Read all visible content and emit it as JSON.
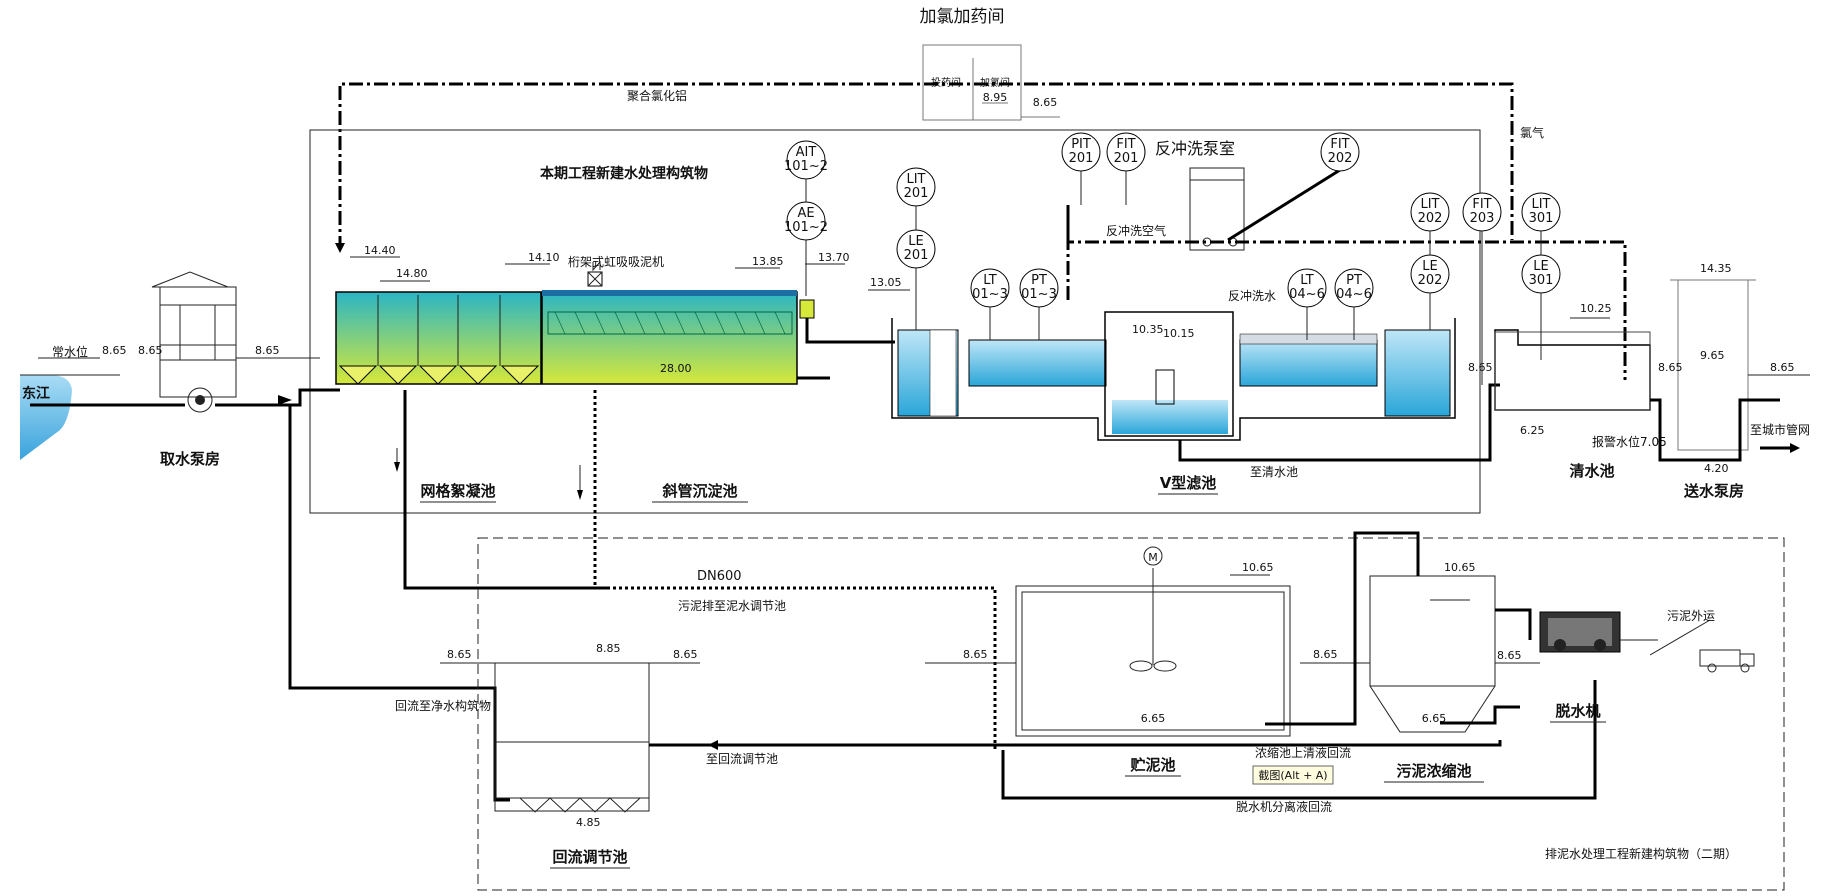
{
  "top": {
    "chlor_room_title": "加氯加药间",
    "dosing_room": "投药间",
    "chlor_room": "加氯间",
    "chlor_elev": "8.95",
    "ground_elev": "8.65",
    "pac_label": "聚合氯化铝",
    "chlorine_gas": "氯气"
  },
  "main": {
    "title": "本期工程新建水处理构筑物"
  },
  "river": {
    "name": "东江",
    "level_label": "常水位",
    "elev": "8.65"
  },
  "intake": {
    "name": "取水泵房",
    "elev": "8.65"
  },
  "flocc": {
    "name": "网格絮凝池",
    "elev1": "14.40",
    "elev2": "14.80",
    "elev3": "14.10",
    "ground": "8.65"
  },
  "sed": {
    "name": "斜管沉淀池",
    "scraper": "桁架式虹吸吸泥机",
    "elev1": "13.85",
    "elev2": "13.70",
    "bottom": "28.00"
  },
  "vfilter": {
    "name": "V型滤池",
    "elev_inlet": "13.05",
    "elev1": "10.35",
    "elev2": "10.15",
    "ground": "8.65",
    "backwash_room": "反冲洗泵室",
    "backwash_air": "反冲洗空气",
    "backwash_water": "反冲洗水",
    "to_clear": "至清水池"
  },
  "instruments": [
    {
      "top": "AIT",
      "bottom": "101~2"
    },
    {
      "top": "AE",
      "bottom": "101~2"
    },
    {
      "top": "LIT",
      "bottom": "201"
    },
    {
      "top": "LE",
      "bottom": "201"
    },
    {
      "top": "LT",
      "bottom": "01~3"
    },
    {
      "top": "PT",
      "bottom": "01~3"
    },
    {
      "top": "PIT",
      "bottom": "201"
    },
    {
      "top": "FIT",
      "bottom": "201"
    },
    {
      "top": "FIT",
      "bottom": "202"
    },
    {
      "top": "LT",
      "bottom": "04~6"
    },
    {
      "top": "PT",
      "bottom": "04~6"
    },
    {
      "top": "LIT",
      "bottom": "202"
    },
    {
      "top": "LE",
      "bottom": "202"
    },
    {
      "top": "FIT",
      "bottom": "203"
    },
    {
      "top": "LIT",
      "bottom": "301"
    },
    {
      "top": "LE",
      "bottom": "301"
    }
  ],
  "clear": {
    "name": "清水池",
    "elev_top": "10.25",
    "elev_bottom": "6.25",
    "alarm": "报警水位7.05"
  },
  "delivery": {
    "name": "送水泵房",
    "elev1": "14.35",
    "elev2": "9.65",
    "elev3": "8.65",
    "elev4": "4.20",
    "ground": "8.65",
    "to_city": "至城市管网"
  },
  "sludge": {
    "pipe": "DN600",
    "to_regulating": "污泥排至泥水调节池",
    "return_to_plant": "回流至净水构筑物",
    "to_return_pool": "至回流调节池",
    "supernatant": "浓缩池上清液回流",
    "filtrate": "脱水机分离液回流",
    "phase2": "排泥水处理工程新建构筑物（二期）",
    "sludge_out": "污泥外运"
  },
  "return_pool": {
    "name": "回流调节池",
    "elev_left": "8.65",
    "elev_top": "8.85",
    "elev_right": "8.65",
    "bottom": "4.85"
  },
  "storage": {
    "name": "贮泥池",
    "elev_top": "10.65",
    "elev_left": "8.65",
    "bottom": "6.65",
    "motor": "M"
  },
  "thickener": {
    "name": "污泥浓缩池",
    "elev_top": "10.65",
    "elev_left": "8.65",
    "bottom": "6.65"
  },
  "dewater": {
    "name": "脱水机",
    "elev": "8.65"
  },
  "tooltip": "截图(Alt + A)"
}
